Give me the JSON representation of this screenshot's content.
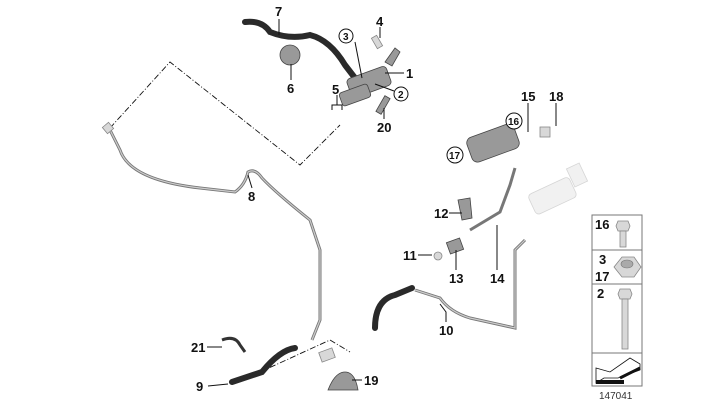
{
  "diagram": {
    "callouts": {
      "p1": "1",
      "p2": "2",
      "p3": "3",
      "p4": "4",
      "p5": "5",
      "p6": "6",
      "p7": "7",
      "p8": "8",
      "p9": "9",
      "p10": "10",
      "p11": "11",
      "p12": "12",
      "p13": "13",
      "p14": "14",
      "p15": "15",
      "p16": "16",
      "p17": "17",
      "p18": "18",
      "p19": "19",
      "p20": "20",
      "p21": "21"
    },
    "legend_panel": {
      "row1": "16",
      "row2_top": "3",
      "row2_bottom": "17",
      "row3": "2"
    },
    "diagram_number": "147041"
  }
}
